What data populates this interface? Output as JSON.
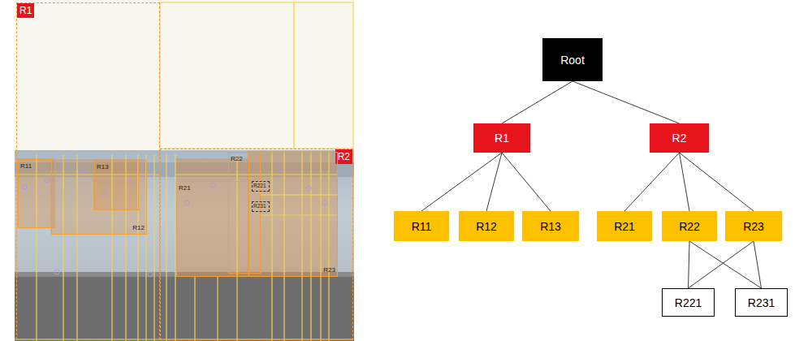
{
  "diagram": {
    "nodes": [
      {
        "text": [
          "R1"
        ]
      },
      {
        "text": [
          "R11"
        ],
        "in": 0
      },
      {
        "text": [
          "R13"
        ],
        "in": 0
      },
      {
        "text": [
          "R12"
        ],
        "in": 0
      },
      {
        "text": [
          "R2"
        ]
      },
      {
        "text": [
          "R21"
        ],
        "in": 4
      },
      {
        "text": [
          "R22"
        ],
        "in": 4
      },
      {
        "text": [
          "R221"
        ],
        "in": 4
      },
      {
        "text": [
          "R231"
        ],
        "in": 4
      },
      {
        "text": [
          "R23"
        ],
        "in": 4
      },
      {
        "text": [
          "Root"
        ]
      },
      {
        "text": [
          "R1"
        ]
      },
      {
        "text": [
          "R2"
        ]
      },
      {
        "text": [
          "R11"
        ]
      },
      {
        "text": [
          "R12"
        ]
      },
      {
        "text": [
          "R13"
        ]
      },
      {
        "text": [
          "R21"
        ]
      },
      {
        "text": [
          "R22"
        ]
      },
      {
        "text": [
          "R23"
        ]
      },
      {
        "text": [
          "R221"
        ]
      },
      {
        "text": [
          "R231"
        ]
      }
    ],
    "edges": [
      {
        "from": 10,
        "to": 11,
        "arrow": "none"
      },
      {
        "from": 10,
        "to": 12,
        "arrow": "none"
      },
      {
        "from": 11,
        "to": 13,
        "arrow": "none"
      },
      {
        "from": 11,
        "to": 14,
        "arrow": "none"
      },
      {
        "from": 11,
        "to": 15,
        "arrow": "none"
      },
      {
        "from": 12,
        "to": 16,
        "arrow": "none"
      },
      {
        "from": 12,
        "to": 17,
        "arrow": "none"
      },
      {
        "from": 12,
        "to": 18,
        "arrow": "none"
      },
      {
        "from": 17,
        "to": 19,
        "arrow": "none"
      },
      {
        "from": 17,
        "to": 20,
        "arrow": "none"
      },
      {
        "from": 18,
        "to": 19,
        "arrow": "none"
      },
      {
        "from": 18,
        "to": 20,
        "arrow": "none"
      }
    ]
  }
}
